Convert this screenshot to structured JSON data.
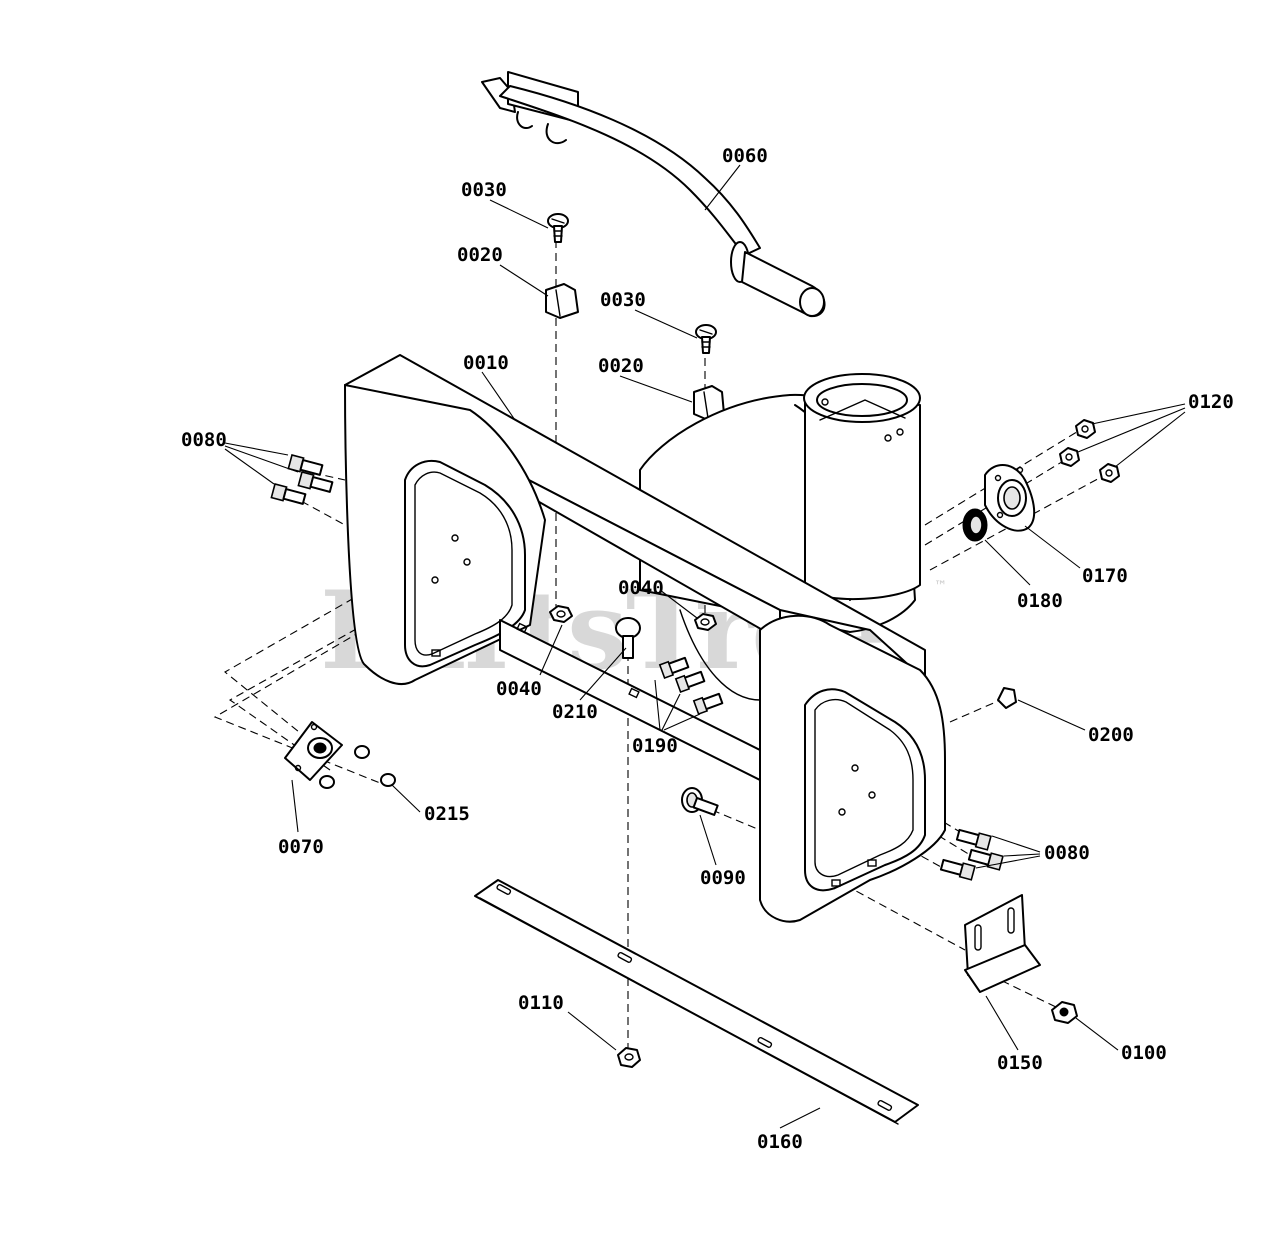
{
  "watermark": {
    "text": "PartsTree",
    "trademark": "™",
    "color": "#c8c8c8"
  },
  "callouts": {
    "c0010": "0010",
    "c0020a": "0020",
    "c0020b": "0020",
    "c0030a": "0030",
    "c0030b": "0030",
    "c0040a": "0040",
    "c0040b": "0040",
    "c0060": "0060",
    "c0070": "0070",
    "c0080a": "0080",
    "c0080b": "0080",
    "c0090": "0090",
    "c0100": "0100",
    "c0110": "0110",
    "c0120": "0120",
    "c0150": "0150",
    "c0160": "0160",
    "c0170": "0170",
    "c0180": "0180",
    "c0190": "0190",
    "c0200": "0200",
    "c0210": "0210",
    "c0215": "0215"
  }
}
